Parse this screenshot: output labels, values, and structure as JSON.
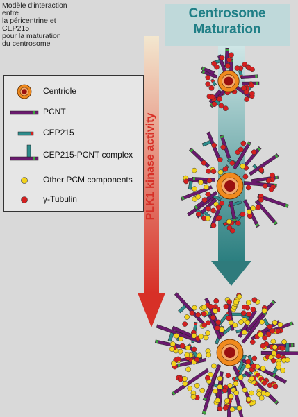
{
  "caption": "Modèle d'interaction entre\nla péricentrine et CEP215\npour la maturation\ndu centrosome",
  "header": {
    "title": "Centrosome\nMaturation"
  },
  "legend": {
    "items": [
      {
        "key": "centriole",
        "label": "Centriole"
      },
      {
        "key": "pcnt",
        "label": "PCNT"
      },
      {
        "key": "cep215",
        "label": "CEP215"
      },
      {
        "key": "complex",
        "label": "CEP215-PCNT complex"
      },
      {
        "key": "pcm",
        "label": "Other PCM components"
      },
      {
        "key": "tubulin",
        "label": "γ-Tubulin"
      }
    ]
  },
  "arrow_label": "PLK1 kinase activity",
  "colors": {
    "pcnt": "#6a1a6e",
    "cep215": "#2e8c8c",
    "gtubulin": "#d42020",
    "pcm": "#f2d21c",
    "centriole_outer": "#f08a1e",
    "centriole_inner": "#9a1010",
    "plk_arrow": "#d73027",
    "maturation_arrow": "#3a8a8c"
  }
}
